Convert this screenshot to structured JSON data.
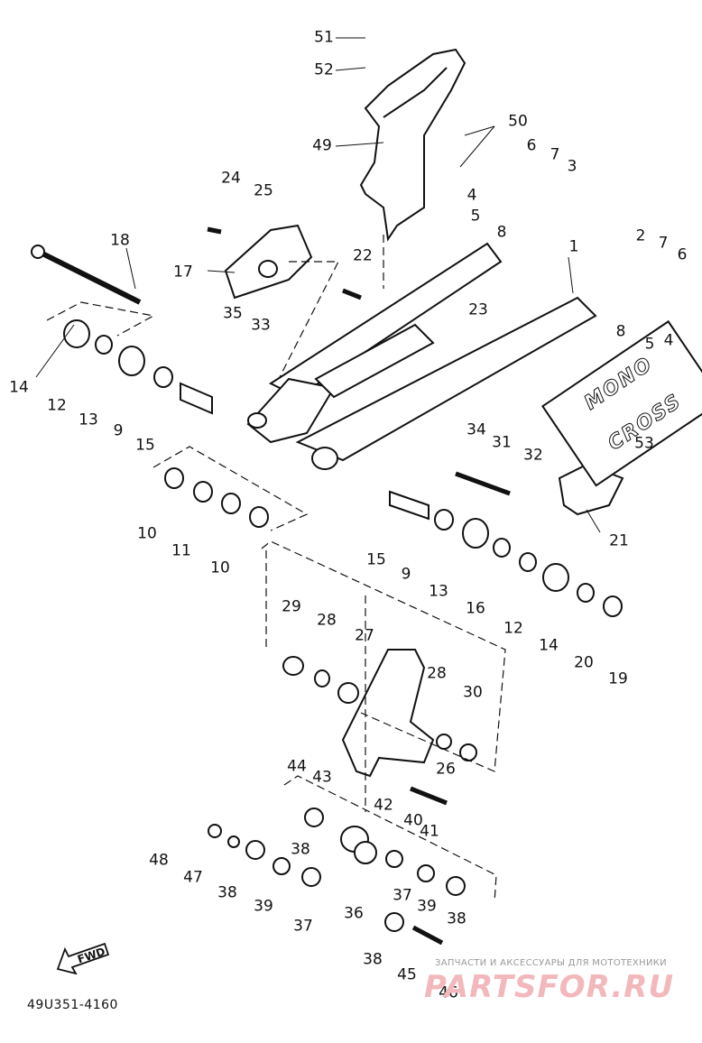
{
  "diagram": {
    "part_code": "49U351-4160",
    "fwd_label": "FWD",
    "badge_text": "MONO CROSS",
    "watermark_text": "ЗАПЧАСТИ И АКСЕССУАРЫ ДЛЯ МОТОТЕХНИКИ",
    "watermark_logo": "PARTSFOR.RU",
    "callouts": [
      "51",
      "52",
      "50",
      "49",
      "6",
      "7",
      "3",
      "4",
      "5",
      "8",
      "24",
      "25",
      "18",
      "17",
      "22",
      "2",
      "7",
      "6",
      "1",
      "8",
      "5",
      "4",
      "35",
      "33",
      "23",
      "14",
      "12",
      "13",
      "9",
      "15",
      "34",
      "31",
      "32",
      "53",
      "21",
      "10",
      "11",
      "10",
      "15",
      "9",
      "13",
      "16",
      "12",
      "14",
      "20",
      "19",
      "29",
      "28",
      "27",
      "28",
      "30",
      "44",
      "43",
      "26",
      "42",
      "40",
      "41",
      "48",
      "47",
      "38",
      "38",
      "39",
      "37",
      "36",
      "37",
      "39",
      "38",
      "38",
      "45",
      "46"
    ]
  }
}
